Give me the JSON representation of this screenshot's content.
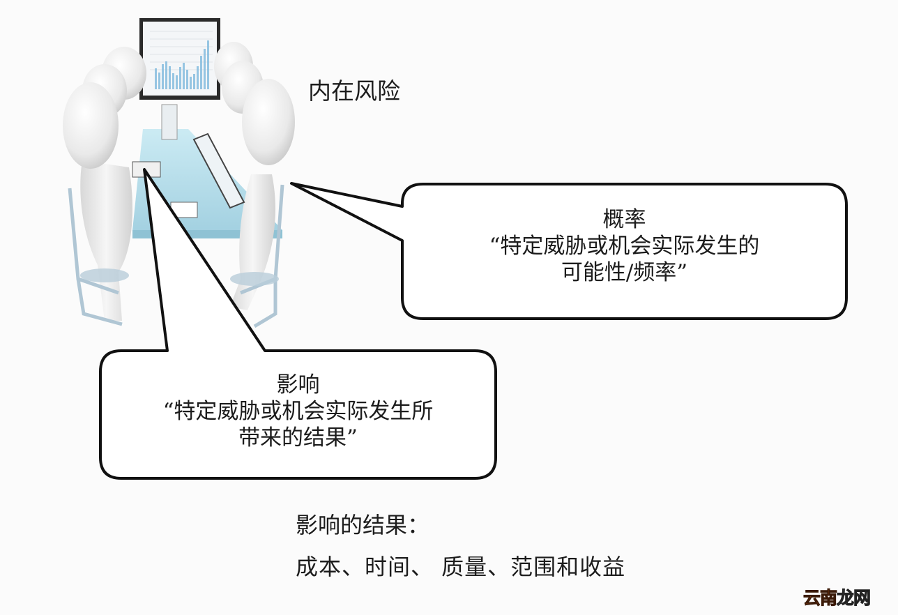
{
  "title": "内在风险",
  "illustration": {
    "description": "3D white figures meeting around a glass conference table, viewing a bar chart on a screen",
    "colors": {
      "table": "#a9d8e6",
      "figure": "#eeeeee",
      "chair": "#b9cdd9",
      "screen_bars": "#8cc0e0"
    }
  },
  "callouts": {
    "probability": {
      "heading": "概率",
      "line1": "“特定威胁或机会实际发生的",
      "line2": "可能性/频率”"
    },
    "impact": {
      "heading": "影响",
      "line1": "“特定威胁或机会实际发生所",
      "line2": "带来的结果”"
    }
  },
  "impact_results": {
    "label": "影响的结果：",
    "items": "成本、时间、 质量、范围和收益"
  },
  "watermark": {
    "part1": "云南",
    "part2": "龙网"
  }
}
